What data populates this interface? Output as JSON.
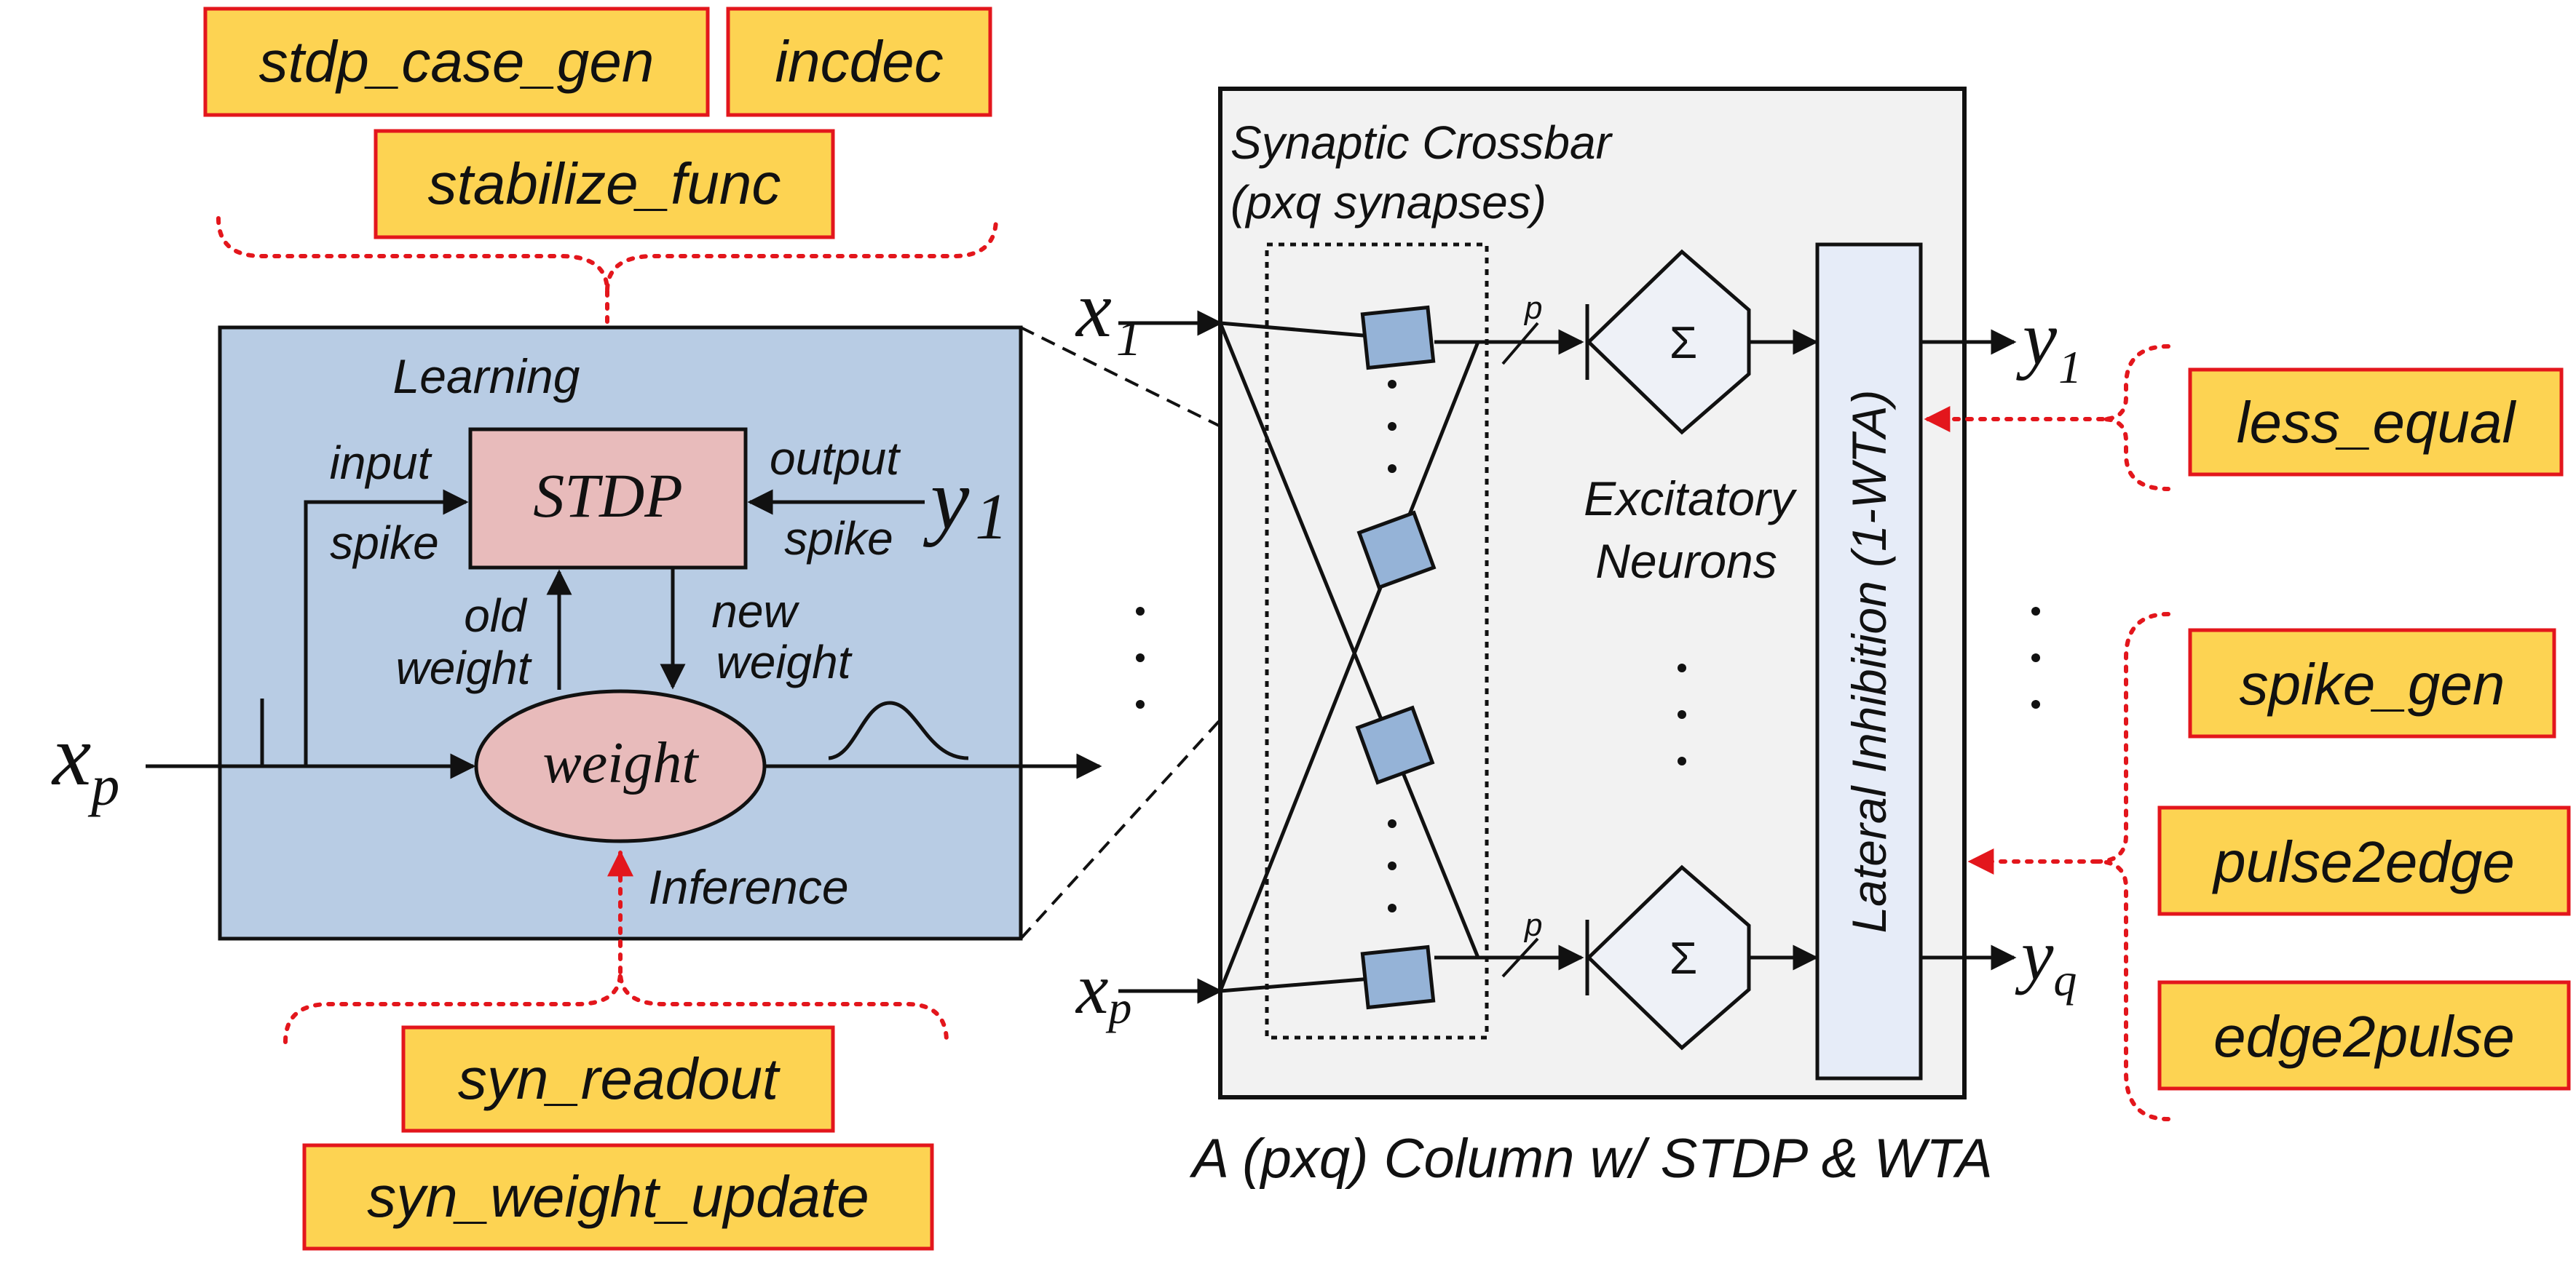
{
  "colors": {
    "module_fill": "#FDD352",
    "module_border": "#E3161C",
    "synapse_panel": "#B8CCE4",
    "synapse_block": "#E8BBBB",
    "column_panel": "#F2F2F2",
    "wta_fill": "#E6ECF8",
    "neuron_fill": "#EEF1F7",
    "synapse_square": "#95B3D7",
    "pointer": "#E3161C"
  },
  "modules": {
    "stdp_case_gen": "stdp_case_gen",
    "incdec": "incdec",
    "stabilize_func": "stabilize_func",
    "syn_readout": "syn_readout",
    "syn_weight_update": "syn_weight_update",
    "less_equal": "less_equal",
    "spike_gen": "spike_gen",
    "pulse2edge": "pulse2edge",
    "edge2pulse": "edge2pulse"
  },
  "synapse": {
    "learning": "Learning",
    "inference": "Inference",
    "stdp": "STDP",
    "weight": "weight",
    "input": "input",
    "input_spike": "spike",
    "output": "output",
    "output_spike": "spike",
    "old": "old",
    "old_weight": "weight",
    "new": "new",
    "new_weight": "weight",
    "x_input": "x",
    "x_sub": "p",
    "y_input": "y",
    "y_sub": "1"
  },
  "column": {
    "crossbar_title": "Synaptic Crossbar",
    "crossbar_sub": "(pxq synapses)",
    "excitatory": "Excitatory",
    "neurons": "Neurons",
    "sigma": "Σ",
    "bus_width": "p",
    "wta": "Lateral Inhibition  (1-WTA)",
    "caption": "A (pxq) Column w/ STDP & WTA",
    "x_top": "x",
    "x_top_sub": "1",
    "x_bottom": "x",
    "x_bottom_sub": "p",
    "y_top": "y",
    "y_top_sub": "1",
    "y_bottom": "y",
    "y_bottom_sub": "q"
  }
}
